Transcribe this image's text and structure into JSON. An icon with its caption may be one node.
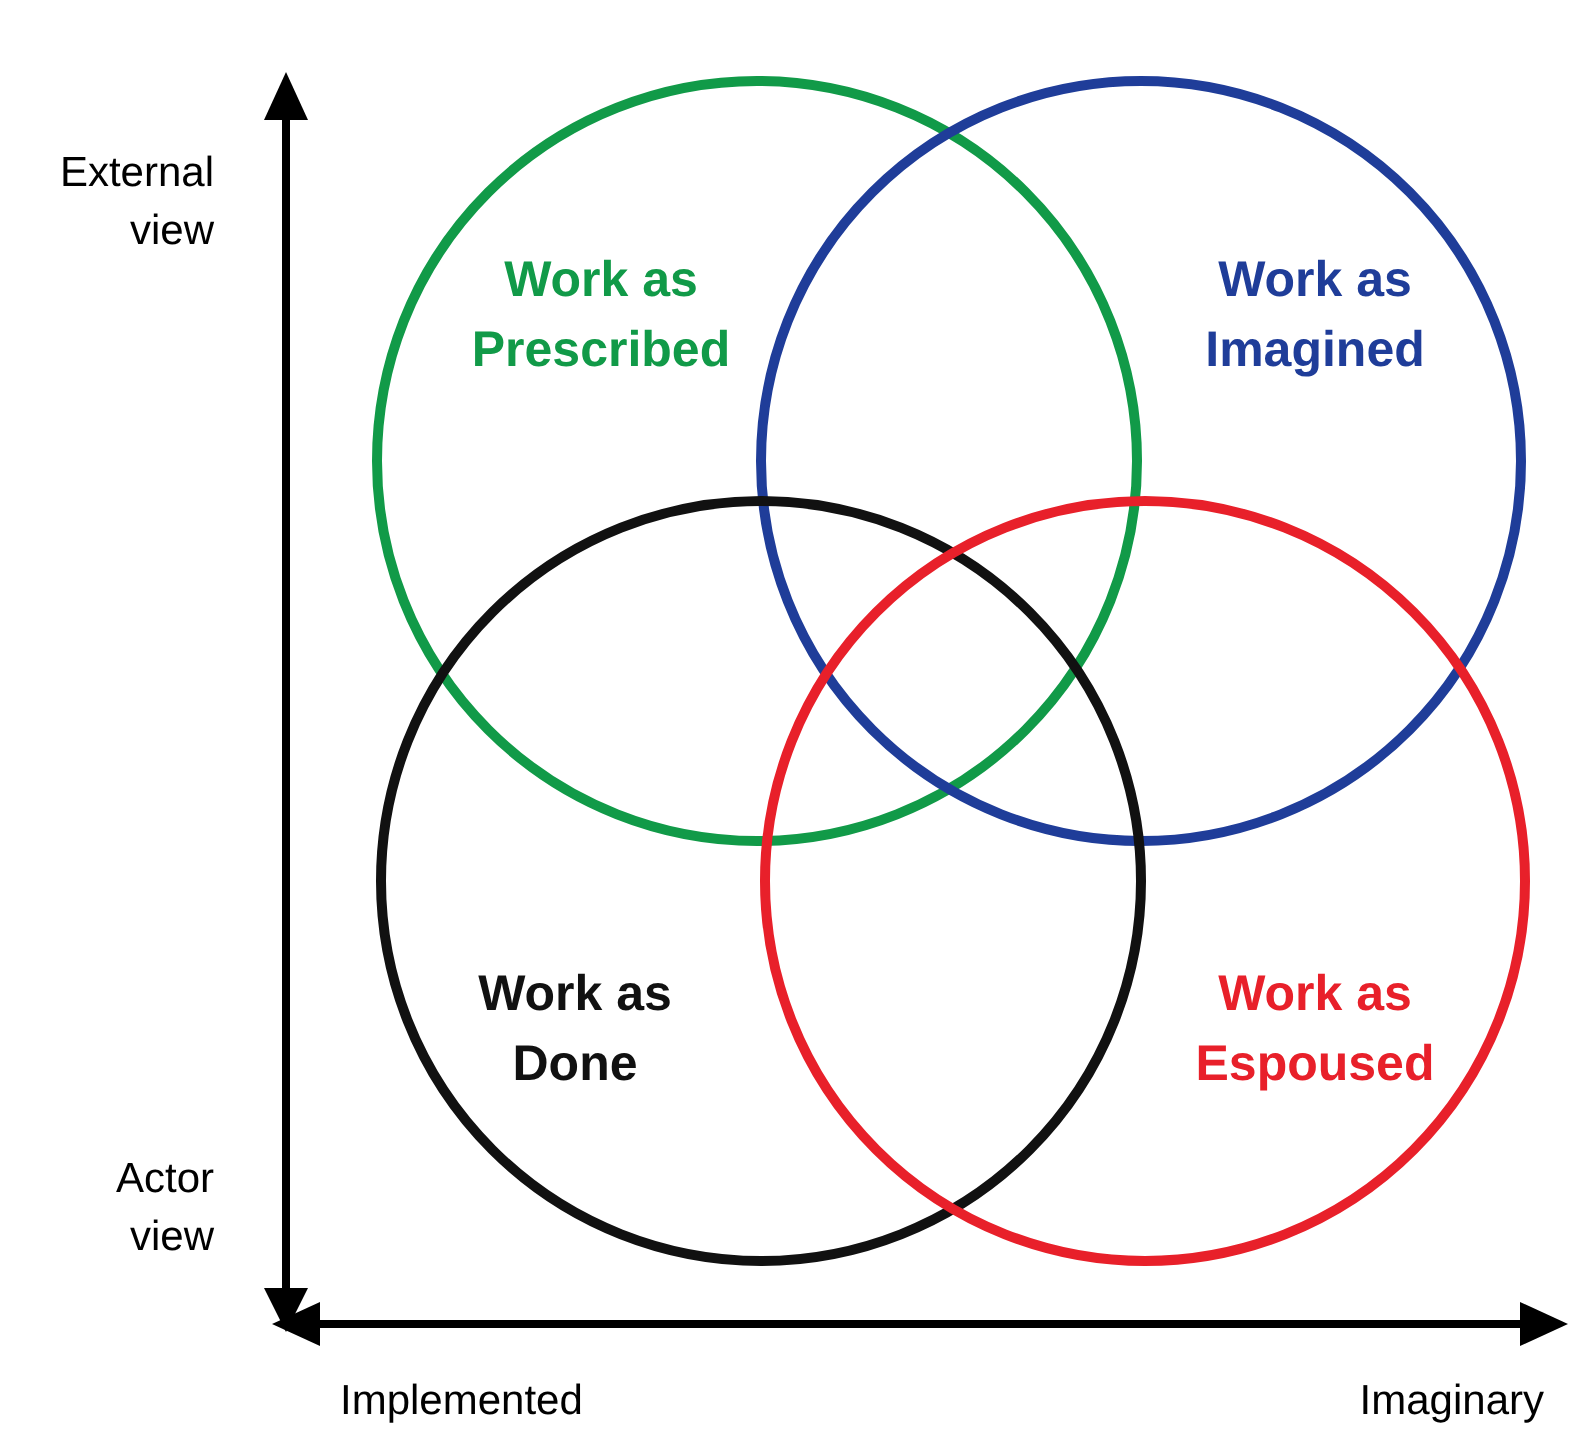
{
  "diagram": {
    "nodes": [
      {
        "text": [
          "Work as Prescribed"
        ]
      },
      {
        "text": [
          "Work as Imagined"
        ]
      },
      {
        "text": [
          "Work as Done"
        ]
      },
      {
        "text": [
          "Work as Espoused"
        ]
      }
    ],
    "labels": [
      "External view",
      "Actor view",
      "Implemented",
      "Imaginary"
    ]
  }
}
